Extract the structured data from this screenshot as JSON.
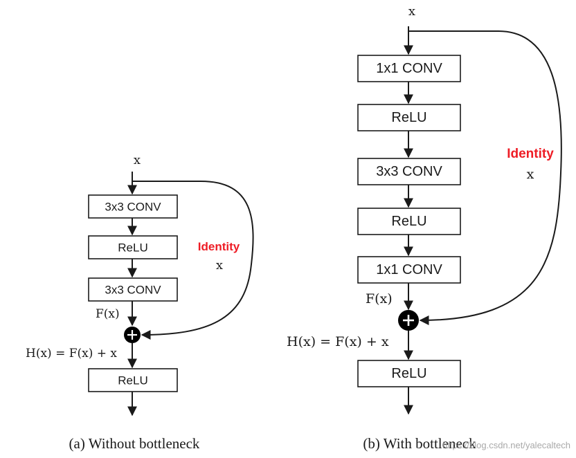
{
  "left": {
    "input": "x",
    "blocks": [
      "3x3 CONV",
      "ReLU",
      "3x3 CONV"
    ],
    "fx": "F(x)",
    "hx": "H(x) = F(x) + x",
    "post": "ReLU",
    "identity": "Identity",
    "identity_x": "x",
    "caption": "(a)  Without  bottleneck"
  },
  "right": {
    "input": "x",
    "blocks": [
      "1x1 CONV",
      "ReLU",
      "3x3 CONV",
      "ReLU",
      "1x1 CONV"
    ],
    "fx": "F(x)",
    "hx": "H(x) = F(x) + x",
    "post": "ReLU",
    "identity": "Identity",
    "identity_x": "x",
    "caption": "(b)  With  bottleneck"
  },
  "watermark": "https://blog.csdn.net/yalecaltech",
  "colors": {
    "identity": "#ee1c25",
    "ink": "#1a1a1a"
  }
}
